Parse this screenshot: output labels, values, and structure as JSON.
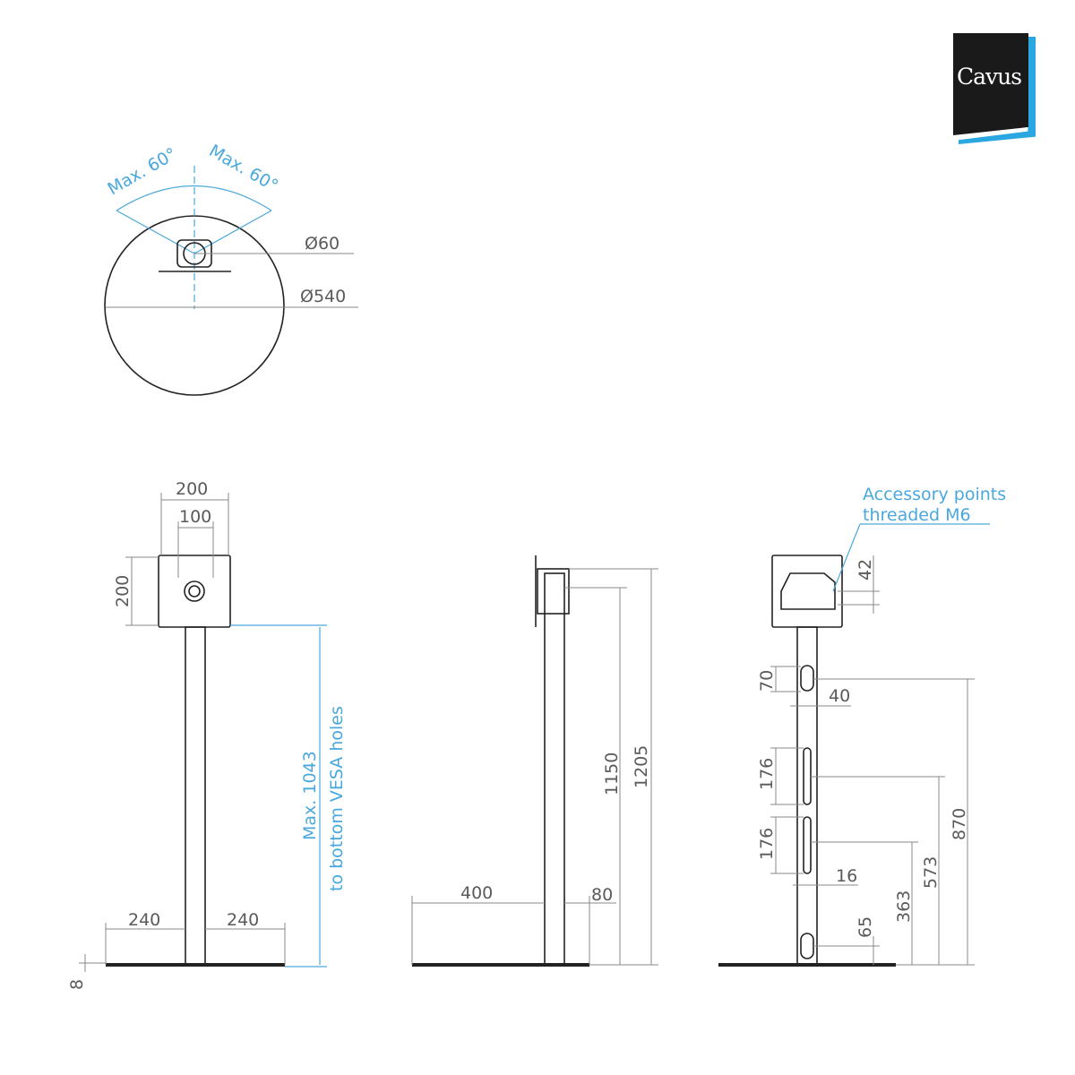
{
  "logo": {
    "text": "Cavus",
    "colors": {
      "dark": "#1a1a1a",
      "accent": "#2aa7e0"
    }
  },
  "top_view": {
    "angle_left": "Max. 60°",
    "angle_right": "Max. 60°",
    "pipe_diameter": "Ø60",
    "base_diameter": "Ø540"
  },
  "front_view": {
    "plate_width": "200",
    "vesa_spacing": "100",
    "plate_height": "200",
    "height_line1": "Max. 1043",
    "height_line2": "to bottom VESA holes",
    "base_left": "240",
    "base_right": "240",
    "base_thickness": "8"
  },
  "side_view": {
    "base_depth": "400",
    "pole_depth": "80",
    "height_1150": "1150",
    "height_1205": "1205"
  },
  "back_view": {
    "accessory_line1": "Accessory points",
    "accessory_line2": "threaded M6",
    "dim_42": "42",
    "dim_70": "70",
    "dim_40": "40",
    "dim_176a": "176",
    "dim_176b": "176",
    "dim_16": "16",
    "dim_65": "65",
    "dim_363": "363",
    "dim_573": "573",
    "dim_870": "870"
  },
  "colors": {
    "annotation": "#4aa8dc",
    "line": "#222222"
  }
}
